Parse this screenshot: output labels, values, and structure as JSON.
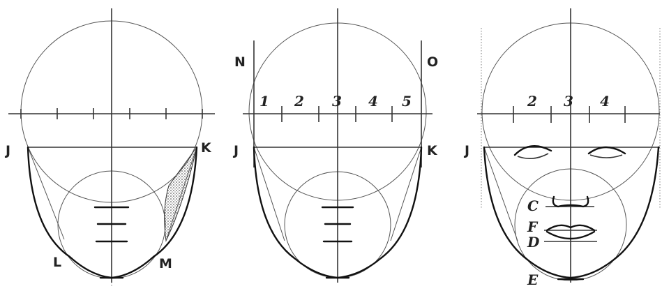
{
  "panel1": {
    "labels": {
      "J": "J",
      "K": "K",
      "L": "L",
      "M": "M"
    }
  },
  "panel2": {
    "labels": {
      "N": "N",
      "O": "O",
      "J": "J",
      "K": "K"
    },
    "numbers": [
      "1",
      "2",
      "3",
      "4",
      "5"
    ]
  },
  "panel3": {
    "labels": {
      "J": "J",
      "C": "C",
      "F": "F",
      "D": "D",
      "E": "E"
    },
    "numbers": [
      "2",
      "3",
      "4"
    ]
  }
}
